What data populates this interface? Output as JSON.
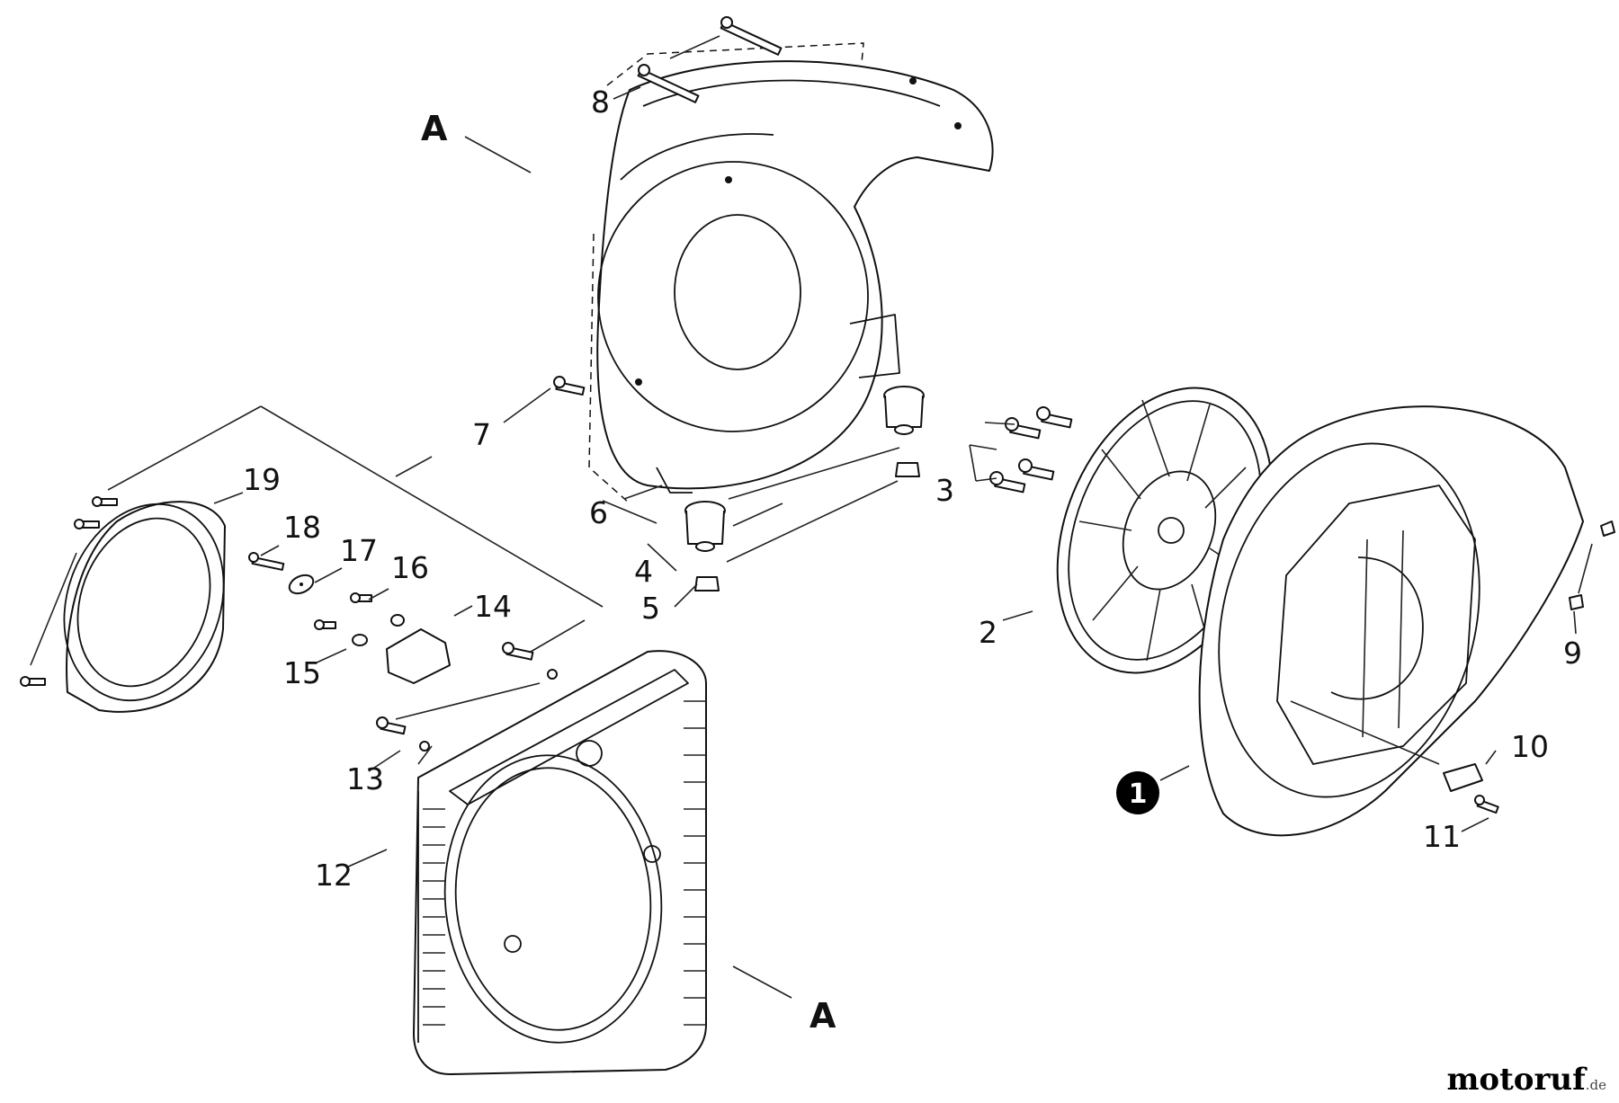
{
  "diagram": {
    "section_marker_top": "A",
    "section_marker_bottom": "A",
    "callout_circled": "1",
    "part_numbers": [
      "2",
      "3",
      "4",
      "5",
      "6",
      "7",
      "8",
      "9",
      "10",
      "11",
      "12",
      "13",
      "14",
      "15",
      "16",
      "17",
      "18",
      "19"
    ]
  },
  "watermark": {
    "brand": "motoruf",
    "suffix": ".de"
  },
  "colors": {
    "line": "#111111",
    "background": "#ffffff",
    "badge": "#000000"
  }
}
